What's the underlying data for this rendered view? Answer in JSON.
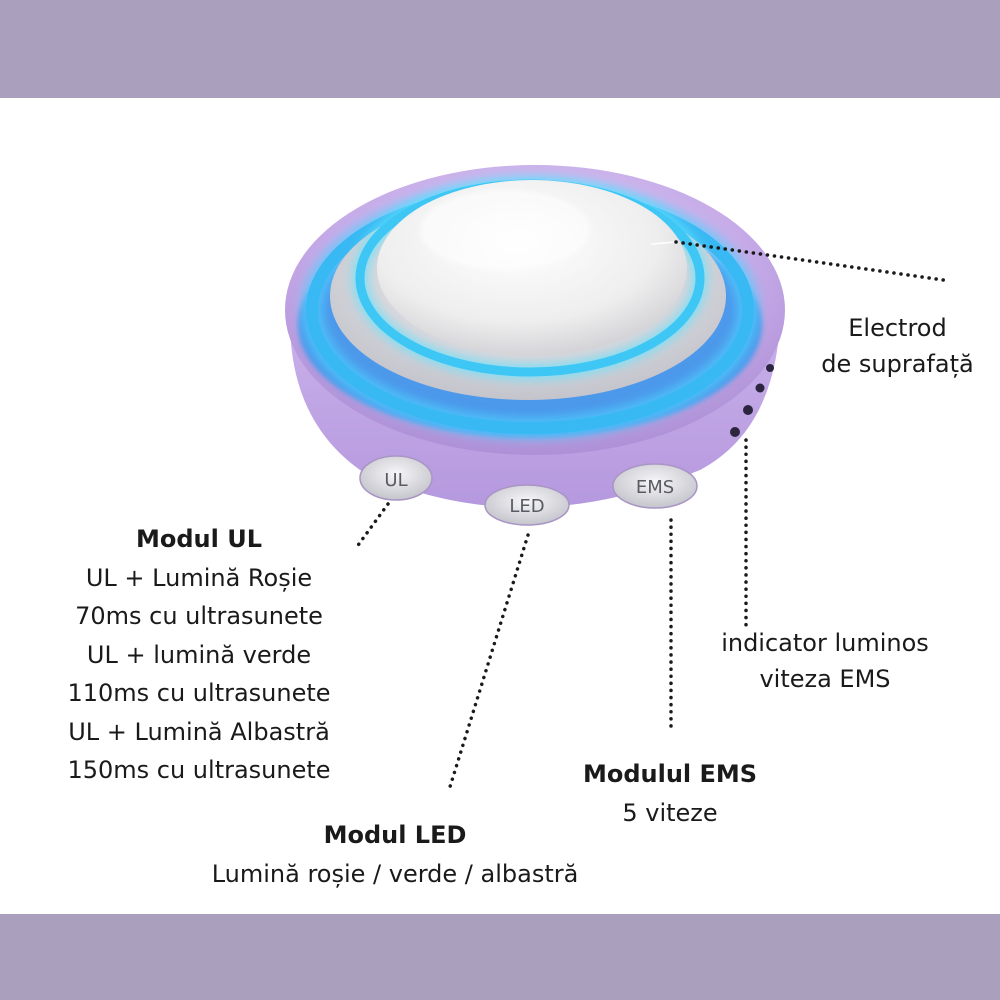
{
  "colors": {
    "band": "#ab9fbe",
    "device_lavender": "#c3a6e6",
    "led_blue": "#38b8f2",
    "electrode_white": "#f2f2f2"
  },
  "device": {
    "buttons": [
      "UL",
      "LED",
      "EMS"
    ]
  },
  "callouts": {
    "electrode": {
      "lines": [
        "Electrod",
        "de suprafață"
      ]
    },
    "indicator": {
      "lines": [
        "indicator luminos",
        "viteza EMS"
      ]
    },
    "ul": {
      "title": "Modul UL",
      "lines": [
        "UL + Lumină Roșie",
        "70ms cu ultrasunete",
        "UL + lumină verde",
        "110ms cu ultrasunete",
        "UL + Lumină Albastră",
        "150ms cu ultrasunete"
      ]
    },
    "ems": {
      "title": "Modulul EMS",
      "lines": [
        "5 viteze"
      ]
    },
    "led": {
      "title": "Modul LED",
      "lines": [
        "Lumină roșie / verde / albastră"
      ]
    }
  }
}
